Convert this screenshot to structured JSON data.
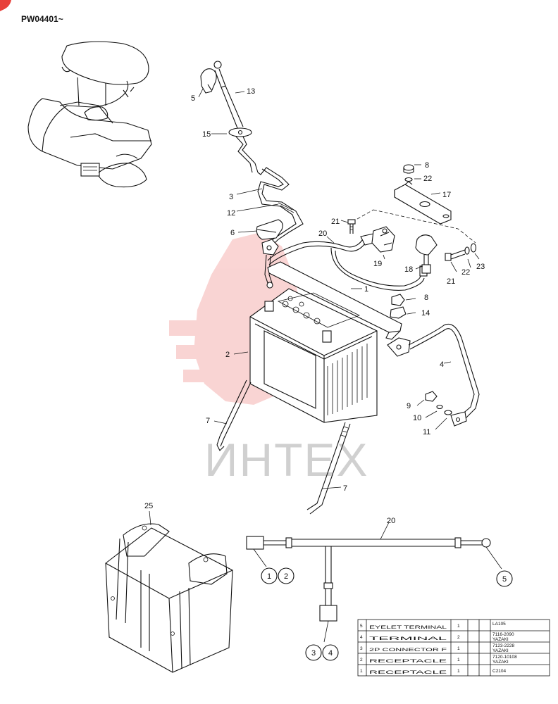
{
  "header": {
    "code": "PW04401~"
  },
  "watermark": {
    "text": "ИНТЕХ",
    "color": "#e8403a"
  },
  "callouts": [
    {
      "id": "c5a",
      "text": "5"
    },
    {
      "id": "c13",
      "text": "13"
    },
    {
      "id": "c15",
      "text": "15"
    },
    {
      "id": "c3",
      "text": "3"
    },
    {
      "id": "c12",
      "text": "12"
    },
    {
      "id": "c6",
      "text": "6"
    },
    {
      "id": "c20a",
      "text": "20"
    },
    {
      "id": "c21a",
      "text": "21"
    },
    {
      "id": "c8a",
      "text": "8"
    },
    {
      "id": "c22a",
      "text": "22"
    },
    {
      "id": "c17",
      "text": "17"
    },
    {
      "id": "c19",
      "text": "19"
    },
    {
      "id": "c18",
      "text": "18"
    },
    {
      "id": "c21b",
      "text": "21"
    },
    {
      "id": "c22b",
      "text": "22"
    },
    {
      "id": "c23",
      "text": "23"
    },
    {
      "id": "c1",
      "text": "1"
    },
    {
      "id": "c8b",
      "text": "8"
    },
    {
      "id": "c14",
      "text": "14"
    },
    {
      "id": "c2",
      "text": "2"
    },
    {
      "id": "c4",
      "text": "4"
    },
    {
      "id": "c9",
      "text": "9"
    },
    {
      "id": "c10",
      "text": "10"
    },
    {
      "id": "c11",
      "text": "11"
    },
    {
      "id": "c7a",
      "text": "7"
    },
    {
      "id": "c7b",
      "text": "7"
    },
    {
      "id": "c25",
      "text": "25"
    },
    {
      "id": "c20b",
      "text": "20"
    }
  ],
  "harness_circles": [
    "1",
    "2",
    "5",
    "3",
    "4"
  ],
  "parts_table": [
    {
      "no": "5",
      "name": "EYELET TERMINAL",
      "qty": "1",
      "code": "LA105",
      "maker": ""
    },
    {
      "no": "4",
      "name": "TERMINAL",
      "qty": "2",
      "code": "7116-2090",
      "maker": "YAZAKI"
    },
    {
      "no": "3",
      "name": "2P CONNECTOR F",
      "qty": "1",
      "code": "7123-2228",
      "maker": "YAZAKI"
    },
    {
      "no": "2",
      "name": "RECEPTACLE",
      "qty": "1",
      "code": "7120-10108",
      "maker": "YAZAKI"
    },
    {
      "no": "1",
      "name": "RECEPTACLE",
      "qty": "1",
      "code": "C2104",
      "maker": ""
    }
  ]
}
